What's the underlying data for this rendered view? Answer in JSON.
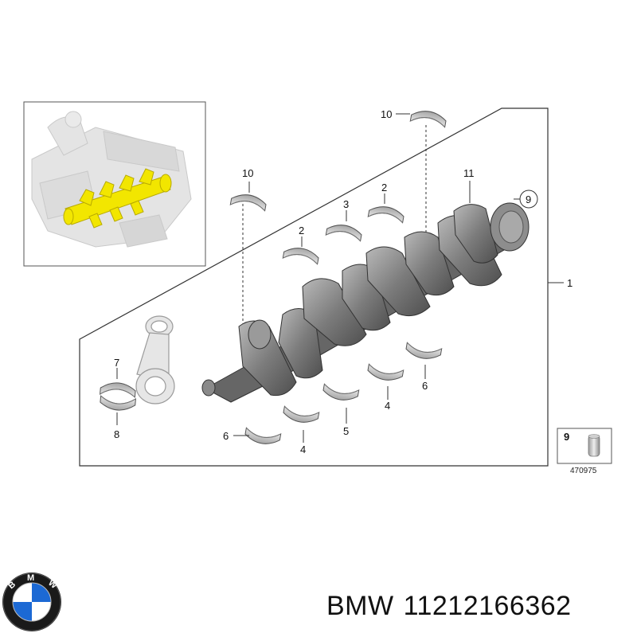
{
  "callouts": {
    "c1": "1",
    "c2a": "2",
    "c2b": "2",
    "c3": "3",
    "c4a": "4",
    "c4b": "4",
    "c5": "5",
    "c6a": "6",
    "c6b": "6",
    "c7": "7",
    "c8": "8",
    "c9_circle": "9",
    "c9_box": "9",
    "c10a": "10",
    "c10b": "10",
    "c11": "11"
  },
  "diagram_number": "470975",
  "brand": {
    "name": "BMW",
    "part_number": "11212166362",
    "logo_letters": "BMW"
  },
  "colors": {
    "highlight": "#f2e600",
    "part": "#7a7a7a",
    "line": "#222222",
    "logo_blue": "#1c69d4"
  }
}
